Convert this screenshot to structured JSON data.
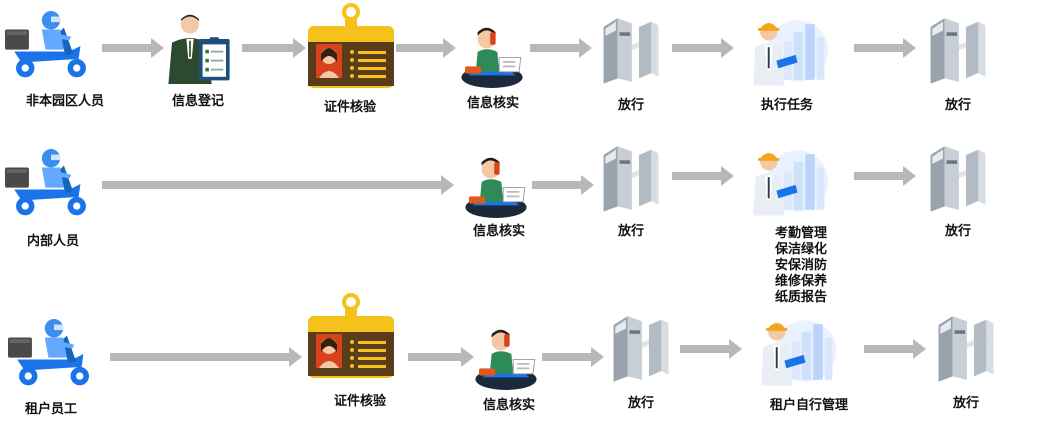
{
  "rows": [
    {
      "category": "非本园区人员",
      "steps": [
        "信息登记",
        "证件核验",
        "信息核实",
        "放行",
        "执行任务",
        "放行"
      ]
    },
    {
      "category": "内部人员",
      "steps": [
        "信息核实",
        "放行",
        "放行"
      ],
      "tasks": [
        "考勤管理",
        "保洁绿化",
        "安保消防",
        "维修保养",
        "纸质报告"
      ]
    },
    {
      "category": "租户员工",
      "steps": [
        "证件核验",
        "信息核实",
        "放行",
        "租户自行管理",
        "放行"
      ]
    }
  ],
  "icons": [
    "scooter-courier-icon",
    "registrar-clipboard-icon",
    "id-badge-icon",
    "phone-operator-icon",
    "turnstile-gate-icon",
    "worker-tablet-icon"
  ],
  "colors": {
    "scooter_blue": "#1a73e8",
    "arrow_gray": "#b8b8b8",
    "badge_yellow": "#f4c21b",
    "badge_brown": "#5a3b1a"
  }
}
